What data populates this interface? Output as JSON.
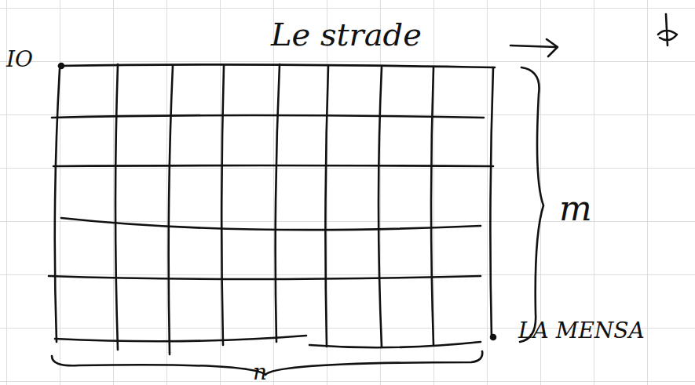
{
  "diagram": {
    "labels": [
      "IO",
      "Le strade",
      "m",
      "LA MENSA",
      "n"
    ]
  }
}
